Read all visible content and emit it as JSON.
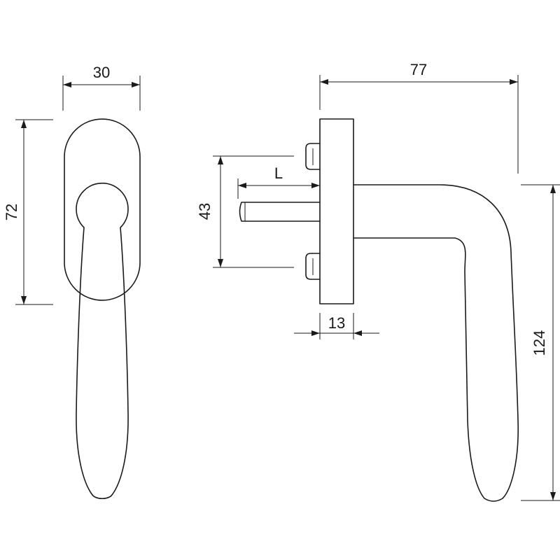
{
  "dimensions": {
    "front_width": "30",
    "front_height": "72",
    "side_depth": "77",
    "spindle_length": "L",
    "screw_spacing": "43",
    "rosette_thickness": "13",
    "handle_height": "124"
  },
  "colors": {
    "line": "#1a1a1a",
    "background": "#ffffff"
  }
}
